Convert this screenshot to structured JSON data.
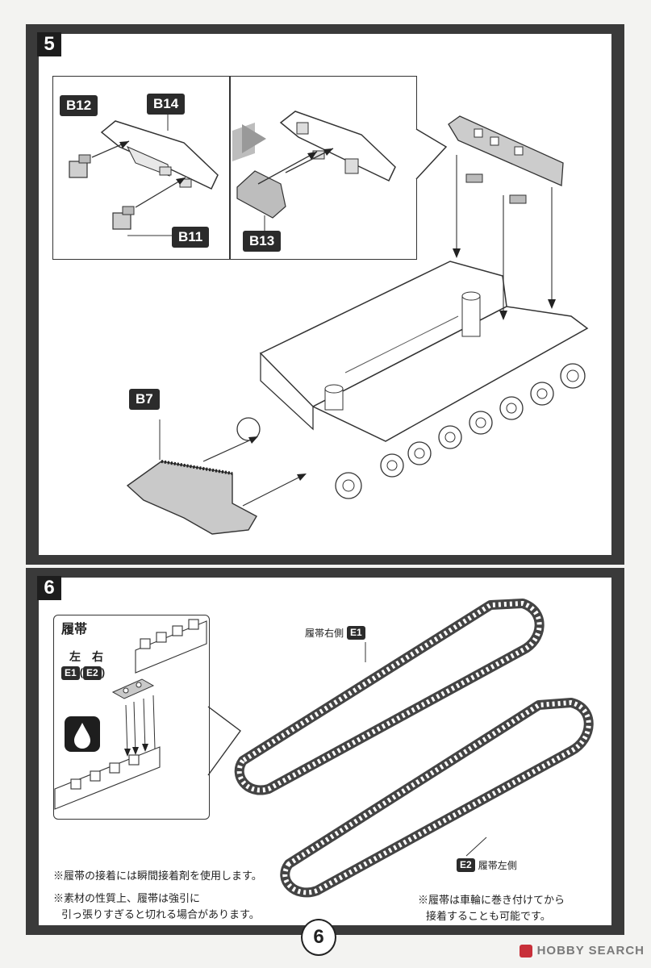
{
  "step5": {
    "number": "5",
    "parts": {
      "b12": "B12",
      "b14": "B14",
      "b11": "B11",
      "b13": "B13",
      "b7": "B7"
    }
  },
  "step6": {
    "number": "6",
    "inset_title": "履帯",
    "left_label": "左",
    "right_label": "右",
    "e1_tag": "E1",
    "e2_paren_open": "(",
    "e2_tag": "E2",
    "e2_paren_close": ")",
    "right_track_label": "履帯右側",
    "left_track_label": "履帯左側",
    "notes": [
      "※履帯の接着には瞬間接着剤を使用します。",
      "※素材の性質上、履帯は強引に",
      "引っ張りすぎると切れる場合があります。"
    ],
    "note_right": [
      "※履帯は車輪に巻き付けてから",
      "接着することも可能です。"
    ]
  },
  "page_number": "6",
  "watermark": "HOBBY SEARCH"
}
